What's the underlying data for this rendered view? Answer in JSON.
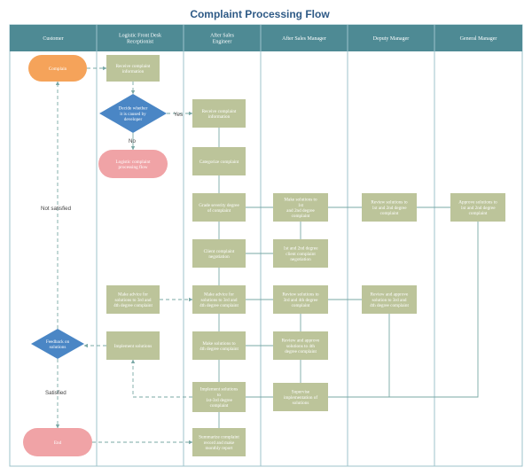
{
  "title": "Complaint Processing Flow",
  "colors": {
    "header": "#4e8a94",
    "lane_line": "#9cc3cb",
    "box": "#bcc49a",
    "diamond": "#4a86c5",
    "oval_orange": "#f5a35a",
    "oval_pink": "#f0a3a6",
    "connector": "#7aa8a6"
  },
  "lanes": [
    {
      "id": "customer",
      "label": [
        "Customer"
      ]
    },
    {
      "id": "frontdesk",
      "label": [
        "Logistic Front Desk",
        "Receptionist"
      ]
    },
    {
      "id": "engineer",
      "label": [
        "After Sales",
        "Engineer"
      ]
    },
    {
      "id": "manager",
      "label": [
        "After Sales Manager"
      ]
    },
    {
      "id": "deputy",
      "label": [
        "Deputy Manager"
      ]
    },
    {
      "id": "general",
      "label": [
        "General Manager"
      ]
    }
  ],
  "nodes": {
    "complain": {
      "shape": "oval",
      "color": "orange",
      "lines": [
        "Complain"
      ]
    },
    "fd_receive": {
      "shape": "box",
      "lines": [
        "Receive complaint",
        "information"
      ]
    },
    "decide": {
      "shape": "diamond",
      "lines": [
        "Decide whether",
        "it is caused by",
        "developer"
      ]
    },
    "logistic_flow": {
      "shape": "oval",
      "color": "pink",
      "lines": [
        "Logistic complaint",
        "processing flow"
      ]
    },
    "eng_receive": {
      "shape": "box",
      "lines": [
        "Receive complaint",
        "information"
      ]
    },
    "categorize": {
      "shape": "box",
      "lines": [
        "Categorize complaint"
      ]
    },
    "grade": {
      "shape": "box",
      "lines": [
        "Grade severity degree",
        "of complaint"
      ]
    },
    "client_neg": {
      "shape": "box",
      "lines": [
        "Client complaint",
        "negotiation"
      ]
    },
    "eng_advice": {
      "shape": "box",
      "lines": [
        "Make advice for",
        "solutions to 3rd and",
        "4th degree complaint"
      ]
    },
    "eng_make_sol": {
      "shape": "box",
      "lines": [
        "Make solutions to",
        "4th degree complaint"
      ]
    },
    "implement_1st": {
      "shape": "box",
      "lines": [
        "Implement solutions",
        "to",
        "1st-3rd degree",
        "complaint"
      ]
    },
    "summarize": {
      "shape": "box",
      "lines": [
        "Summarize complaint",
        "record and make",
        "monthly report"
      ]
    },
    "mgr_make_sol": {
      "shape": "box",
      "lines": [
        "Make solutions to",
        "1st",
        "and 2nd degree",
        "complaint"
      ]
    },
    "mgr_neg": {
      "shape": "box",
      "lines": [
        "1st and 2nd degree",
        "client complaint",
        "negotiation"
      ]
    },
    "mgr_review": {
      "shape": "box",
      "lines": [
        "Review solutions to",
        "3rd and 4th degree",
        "complaint"
      ]
    },
    "mgr_review_approve": {
      "shape": "box",
      "lines": [
        "Review and approve",
        "solutions to 4th",
        "degree complaint"
      ]
    },
    "supervise": {
      "shape": "box",
      "lines": [
        "Supervise",
        "implementation of",
        "solutions"
      ]
    },
    "dep_review": {
      "shape": "box",
      "lines": [
        "Review solutions to",
        "1st and 2nd degree",
        "complaint"
      ]
    },
    "dep_review_approve": {
      "shape": "box",
      "lines": [
        "Review and approve",
        "solution to 3rd and",
        "4th degree complaint"
      ]
    },
    "gm_approve": {
      "shape": "box",
      "lines": [
        "Approve solutions to",
        "1st and 2nd degree",
        "complaint"
      ]
    },
    "fd_advice": {
      "shape": "box",
      "lines": [
        "Make advice for",
        "solutions to 3rd and",
        "4th degree complaint"
      ]
    },
    "fd_implement": {
      "shape": "box",
      "lines": [
        "Implement solutions"
      ]
    },
    "feedback": {
      "shape": "diamond",
      "lines": [
        "Feedback on",
        "solutions"
      ]
    },
    "end": {
      "shape": "oval",
      "color": "pink",
      "lines": [
        "End"
      ]
    }
  },
  "edge_labels": {
    "yes": "Yes",
    "no": "No",
    "not_satisfied": "Not satisfied",
    "satisfied": "Satisfied"
  }
}
